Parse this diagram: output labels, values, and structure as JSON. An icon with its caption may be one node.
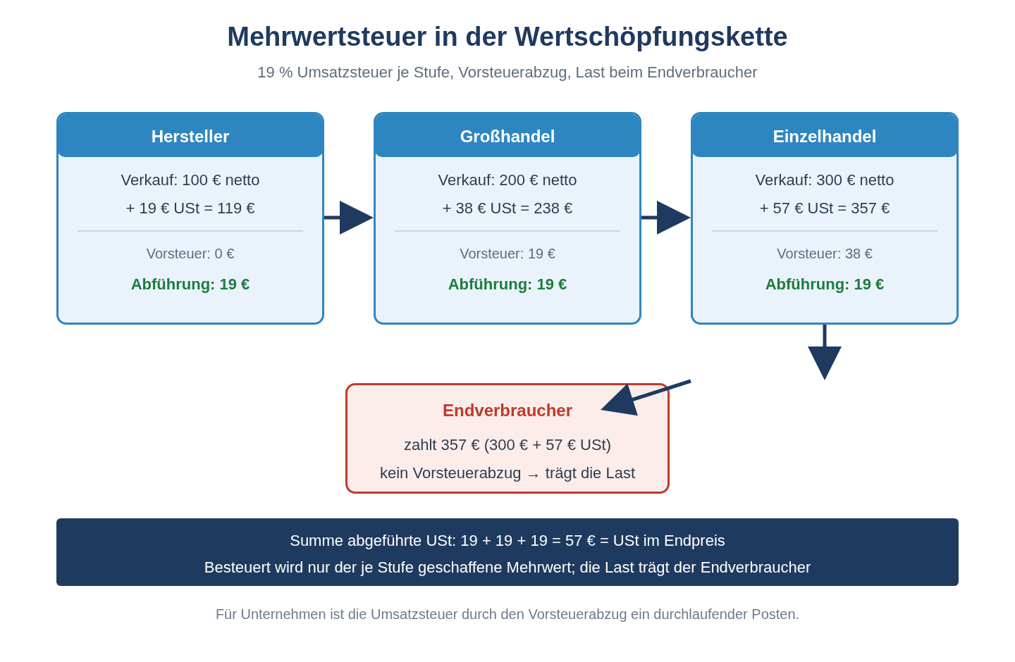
{
  "diagram": {
    "title": "Mehrwertsteuer in der Wertschöpfungskette",
    "caption": "Für Unternehmen ist die Umsatzsteuer durch den Vorsteuerabzug ein durchlaufender Posten.",
    "nodes": [
      {
        "text": [
          "Hersteller",
          "Verkauf: 100 € netto",
          "+ 19 € USt = 119 €",
          "Vorsteuer: 0 €",
          "Abführung: 19 €"
        ]
      },
      {
        "text": [
          "Großhandel",
          "Verkauf: 200 € netto",
          "+ 38 € USt = 238 €",
          "Vorsteuer: 19 €",
          "Abführung: 19 €"
        ]
      },
      {
        "text": [
          "Einzelhandel",
          "Verkauf: 300 € netto",
          "+ 57 € USt = 357 €",
          "Vorsteuer: 38 €",
          "Abführung: 19 €"
        ]
      },
      {
        "text": [
          "Endverbraucher",
          "zahlt 357 € (300 € + 57 € USt)",
          "kein Vorsteuerabzug → trägt die Last"
        ]
      },
      {
        "text": [
          "Summe abgeführte USt: 19 + 19 + 19 = 57 € = USt im Endpreis",
          "Besteuert wird nur der je Stufe geschaffene Mehrwert; die Last trägt der Endverbraucher"
        ]
      }
    ],
    "edges": [
      {
        "from": 0,
        "to": 1,
        "arrow": "to"
      },
      {
        "from": 1,
        "to": 2,
        "arrow": "to"
      },
      {
        "from": 2,
        "to": null,
        "arrow": "to"
      },
      {
        "from": null,
        "to": 3,
        "arrow": "to"
      }
    ],
    "labels": [
      "19 % Umsatzsteuer je Stufe, Vorsteuerabzug, Last beim Endverbraucher"
    ]
  }
}
